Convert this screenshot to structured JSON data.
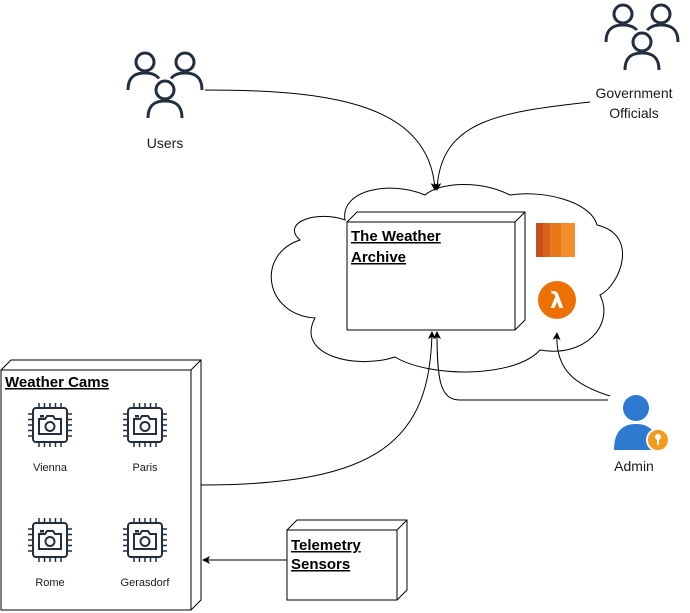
{
  "actors": {
    "users": "Users",
    "officials_line1": "Government",
    "officials_line2": "Officials",
    "admin": "Admin"
  },
  "archive": {
    "title_line1": "The Weather",
    "title_line2": "Archive"
  },
  "cams": {
    "title": "Weather Cams",
    "items": [
      "Vienna",
      "Paris",
      "Rome",
      "Gerasdorf"
    ]
  },
  "sensors": {
    "title_line1": "Telemetry",
    "title_line2": "Sensors"
  },
  "colors": {
    "ec2": "#E7791B",
    "lambda": "#ED7100",
    "admin_person": "#2E7AD1",
    "admin_key": "#F39B1B",
    "stroke": "#232F3E"
  },
  "icons": {
    "users": "users-group-icon",
    "officials": "users-group-icon",
    "admin": "admin-key-user-icon",
    "ec2": "aws-ec2-icon",
    "lambda": "aws-lambda-icon",
    "camera": "camera-chip-icon"
  }
}
